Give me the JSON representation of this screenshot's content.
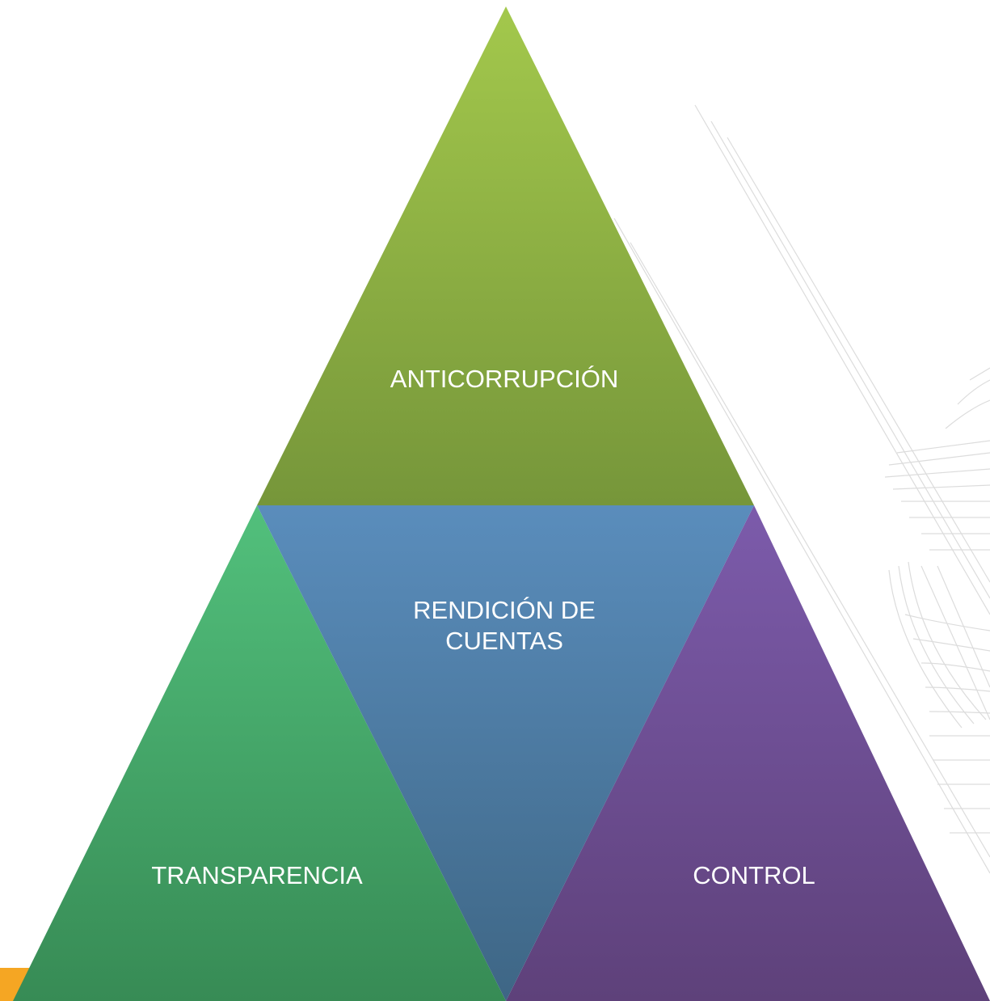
{
  "pyramid": {
    "top": {
      "label": "ANTICORRUPCIÓN"
    },
    "center": {
      "label_lines": [
        "RENDICIÓN DE",
        "CUENTAS"
      ]
    },
    "bottom_left": {
      "label": "TRANSPARENCIA"
    },
    "bottom_right": {
      "label": "CONTROL"
    }
  },
  "colors": {
    "top_light": "#a3c84c",
    "top_dark": "#76963a",
    "center_light": "#5a8dbc",
    "center_dark": "#3e6685",
    "left_light": "#52c07c",
    "left_dark": "#378b55",
    "right_light": "#7c5bab",
    "right_dark": "#5e417a",
    "accent_orange": "#f5a623"
  }
}
